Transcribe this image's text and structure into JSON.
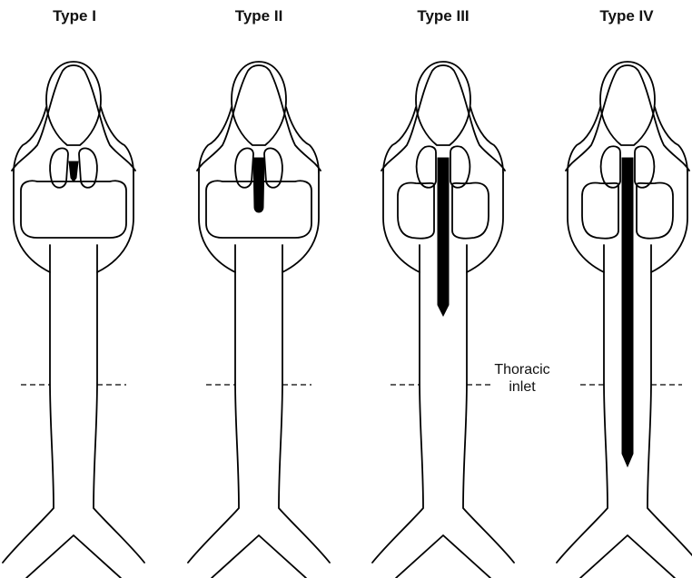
{
  "panels": [
    {
      "title": "Type I",
      "cleft": "type-i"
    },
    {
      "title": "Type II",
      "cleft": "type-ii"
    },
    {
      "title": "Type III",
      "cleft": "type-iii"
    },
    {
      "title": "Type IV",
      "cleft": "type-iv"
    }
  ],
  "thoracic_inlet": {
    "line1": "Thoracic",
    "line2": "inlet"
  },
  "colors": {
    "ink": "#000000",
    "background": "#ffffff"
  }
}
